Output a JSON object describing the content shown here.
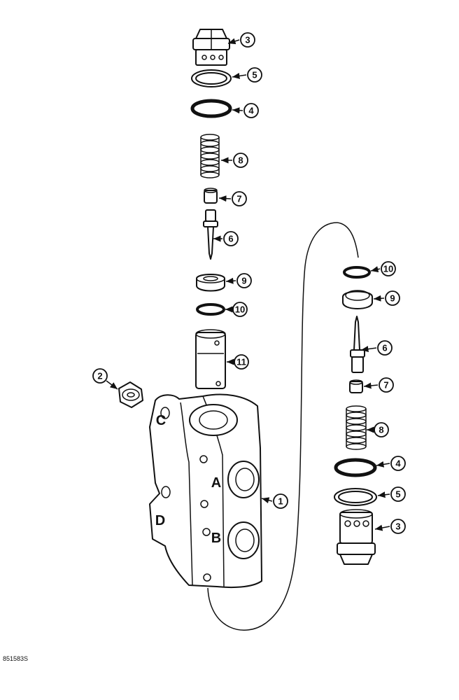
{
  "figure_id": "851583S",
  "callouts": [
    "3",
    "5",
    "4",
    "8",
    "7",
    "6",
    "9",
    "10",
    "11",
    "2",
    "1",
    "10",
    "9",
    "6",
    "7",
    "8",
    "4",
    "5",
    "3"
  ],
  "port_labels": [
    "C",
    "A",
    "D",
    "B"
  ],
  "colors": {
    "ink": "#111111",
    "paper": "#ffffff"
  }
}
